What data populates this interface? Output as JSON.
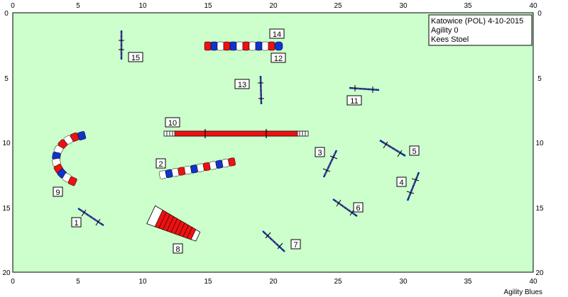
{
  "info": {
    "line1": "Katowice (POL) 4-10-2015",
    "line2": "Agility 0",
    "line3": "Kees Stoel"
  },
  "credit": "Agility Blues",
  "axis": {
    "x_ticks": [
      "0",
      "5",
      "10",
      "15",
      "20",
      "25",
      "30",
      "35",
      "40"
    ],
    "y_ticks": [
      "0",
      "5",
      "10",
      "15",
      "20"
    ]
  },
  "colors": {
    "field": "#ccffcc",
    "bar": "#003399",
    "pole_stripe": "#cc3333",
    "tube_red": "#ee1111",
    "tube_blue": "#1133cc",
    "tube_white": "#ffffff"
  },
  "obstacles": [
    {
      "label": "1",
      "kind": "jump"
    },
    {
      "label": "2",
      "kind": "weave"
    },
    {
      "label": "3",
      "kind": "jump"
    },
    {
      "label": "4",
      "kind": "jump"
    },
    {
      "label": "5",
      "kind": "jump"
    },
    {
      "label": "6",
      "kind": "jump"
    },
    {
      "label": "7",
      "kind": "jump"
    },
    {
      "label": "8",
      "kind": "tunnel"
    },
    {
      "label": "9",
      "kind": "tunnel"
    },
    {
      "label": "10",
      "kind": "dogwalk"
    },
    {
      "label": "11",
      "kind": "jump"
    },
    {
      "label": "12",
      "kind": "tunnel"
    },
    {
      "label": "13",
      "kind": "jump"
    },
    {
      "label": "14",
      "kind": "tunnel"
    },
    {
      "label": "15",
      "kind": "jump"
    }
  ]
}
